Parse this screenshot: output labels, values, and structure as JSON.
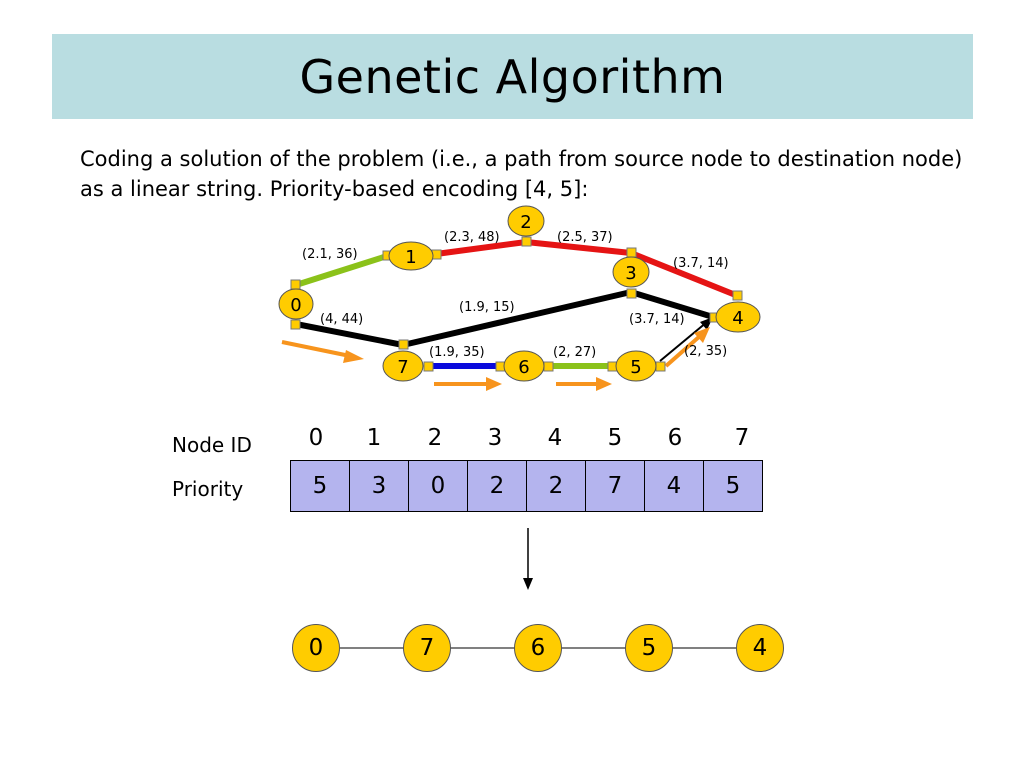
{
  "title": "Genetic Algorithm",
  "intro": "Coding a solution of the problem (i.e., a path from source node to destination node) as a linear string. Priority-based encoding [4, 5]:",
  "colors": {
    "title_bg": "#b9dde1",
    "node_fill": "#ffcc00",
    "edge_red": "#e51414",
    "edge_green": "#8bc21a",
    "edge_black": "#000000",
    "edge_blue": "#0a0adc",
    "arrow_orange": "#f7941d",
    "table_fill": "#b4b4ee"
  },
  "graph": {
    "nodes": [
      "0",
      "1",
      "2",
      "3",
      "4",
      "5",
      "6",
      "7"
    ],
    "edge_labels": {
      "e01": "(2.1, 36)",
      "e12": "(2.3, 48)",
      "e23": "(2.5, 37)",
      "e34": "(3.7, 14)",
      "e07": "(4, 44)",
      "e73": "(1.9, 15)",
      "e35": "(3.7, 14)",
      "e76": "(1.9, 35)",
      "e65": "(2, 27)",
      "e54": "(2, 35)"
    }
  },
  "table": {
    "node_id_label": "Node ID",
    "priority_label": "Priority",
    "node_ids": [
      "0",
      "1",
      "2",
      "3",
      "4",
      "5",
      "6",
      "7"
    ],
    "priorities": [
      "5",
      "3",
      "0",
      "2",
      "2",
      "7",
      "4",
      "5"
    ]
  },
  "result_path": [
    "0",
    "7",
    "6",
    "5",
    "4"
  ]
}
